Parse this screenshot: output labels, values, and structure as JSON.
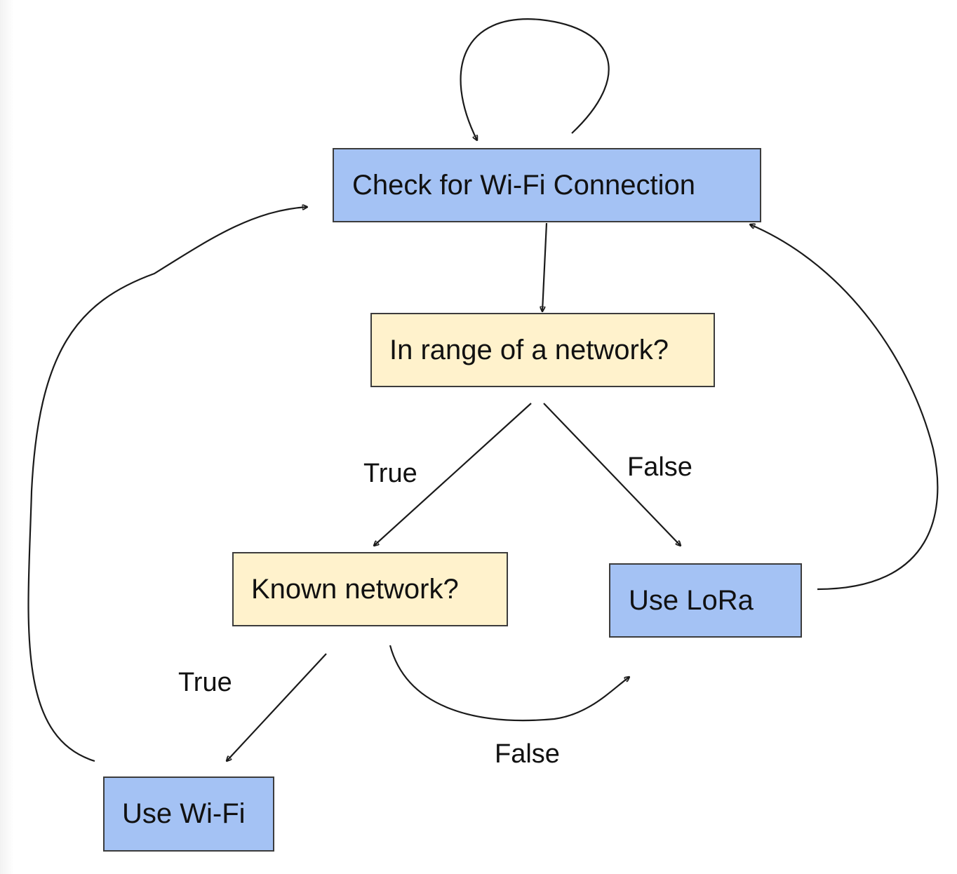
{
  "nodes": {
    "check_wifi": "Check for Wi-Fi Connection",
    "in_range": "In range of a network?",
    "known_network": "Known network?",
    "use_lora": "Use LoRa",
    "use_wifi": "Use Wi-Fi"
  },
  "edge_labels": {
    "in_range_true": "True",
    "in_range_false": "False",
    "known_true": "True",
    "known_false": "False"
  },
  "colors": {
    "action_fill": "#a4c2f4",
    "decision_fill": "#fff2cc",
    "stroke": "#1a1a1a"
  }
}
